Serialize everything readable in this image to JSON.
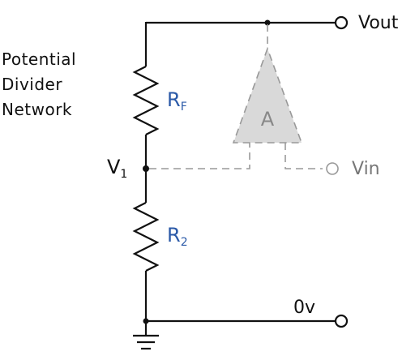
{
  "diagram": {
    "side_label": [
      "Potential",
      "Divider",
      "Network"
    ],
    "terminals": {
      "vout": "Vout",
      "vin": "Vin",
      "ground": "0v"
    },
    "components": {
      "rf": {
        "main": "R",
        "sub": "F"
      },
      "r2": {
        "main": "R",
        "sub": "2"
      },
      "amplifier": "A"
    },
    "node_label": {
      "main": "V",
      "sub": "1"
    },
    "colors": {
      "wire": "#111111",
      "resistor_label": "#2b5aa8",
      "ghost": "#999999",
      "ghost_fill": "#d9d9d9",
      "vin_text": "#777777"
    },
    "icons": [
      "ground-icon",
      "terminal-icon",
      "resistor-icon",
      "amplifier-icon"
    ]
  }
}
